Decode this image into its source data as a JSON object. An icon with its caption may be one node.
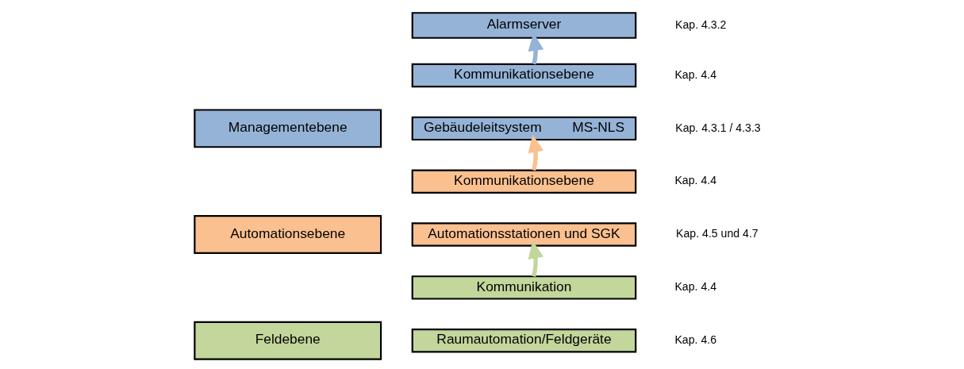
{
  "diagram": {
    "nodes": [
      {
        "text": [
          "Managementebene"
        ]
      },
      {
        "text": [
          "Automationsebene"
        ]
      },
      {
        "text": [
          "Feldebene"
        ]
      },
      {
        "text": [
          "Alarmserver"
        ],
        "beside": [
          "Kap. 4.3.2"
        ]
      },
      {
        "text": [
          "Kommunikationsebene"
        ],
        "beside": [
          "Kap. 4.4"
        ]
      },
      {
        "text": [
          "Gebäudeleitsystem",
          "MS-NLS"
        ],
        "beside": [
          "Kap. 4.3.1 / 4.3.3"
        ]
      },
      {
        "text": [
          "Kommunikationsebene"
        ],
        "beside": [
          "Kap. 4.4"
        ]
      },
      {
        "text": [
          "Automationsstationen und SGK"
        ],
        "beside": [
          "Kap. 4.5 und 4.7"
        ]
      },
      {
        "text": [
          "Kommunikation"
        ],
        "beside": [
          "Kap. 4.4"
        ]
      },
      {
        "text": [
          "Raumautomation/Feldgeräte"
        ],
        "beside": [
          "Kap. 4.6"
        ]
      }
    ],
    "edges": [
      {
        "from": 8,
        "to": 7,
        "arrow": "to",
        "color": "#c3d69b"
      },
      {
        "from": 6,
        "to": 5,
        "arrow": "to",
        "color": "#fac090"
      },
      {
        "from": 4,
        "to": 3,
        "arrow": "to",
        "color": "#95b3d7"
      }
    ]
  }
}
